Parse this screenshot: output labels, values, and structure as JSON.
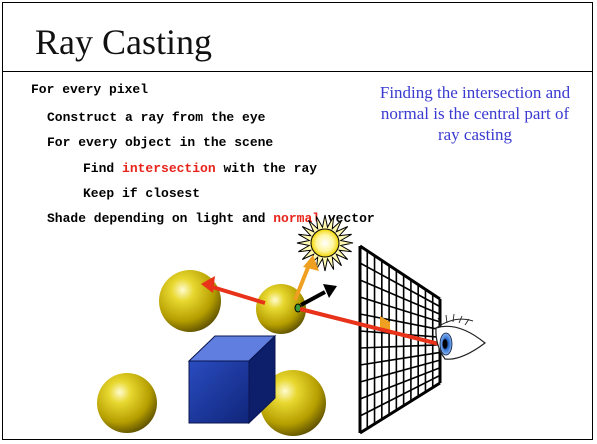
{
  "slide": {
    "title": "Ray Casting",
    "note": "Finding the intersection and normal is the central part of ray casting"
  },
  "algorithm": {
    "line1": "For every pixel",
    "line2": "Construct a ray from the eye",
    "line3": "For every object in the scene",
    "line4_before": "Find ",
    "line4_keyword": "intersection",
    "line4_after": " with the ray",
    "line5": "Keep if closest",
    "line6_before": "Shade depending on light and ",
    "line6_keyword": "normal",
    "line6_after": " vector"
  },
  "colors": {
    "keyword": "#e8231a",
    "note": "#3a3ad0",
    "sphere": "#c9b800",
    "cube": "#1f3aa6",
    "ray": "#e8321a",
    "light_ray": "#f0a020",
    "normal_arrow": "#000000"
  }
}
